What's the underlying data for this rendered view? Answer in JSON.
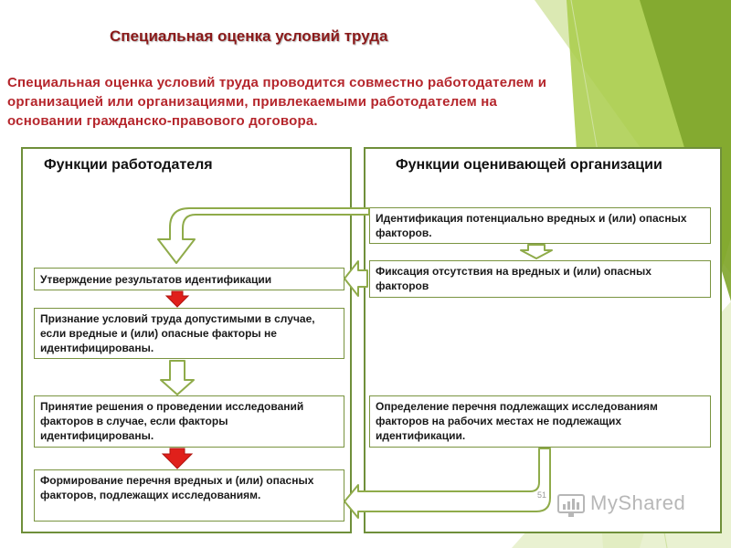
{
  "title": "Специальная оценка условий труда",
  "intro": "Специальная оценка условий труда проводится совместно работодателем и организацией или организациями, привлекаемыми работодателем на основании гражданско-правового договора.",
  "left_panel": {
    "heading": "Функции работодателя",
    "boxes": [
      "Утверждение результатов идентификации",
      "Признание условий труда допустимыми в случае, если вредные и (или) опасные факторы не идентифицированы.",
      "Принятие решения о проведении исследований факторов в случае, если факторы идентифицированы.",
      "Формирование перечня вредных и (или) опасных факторов, подлежащих исследованиям."
    ]
  },
  "right_panel": {
    "heading": "Функции оценивающей организации",
    "boxes": [
      "Идентификация потенциально вредных и (или) опасных факторов.",
      "Фиксация отсутствия на вредных и (или) опасных факторов",
      "Определение перечня подлежащих исследованиям факторов на рабочих местах не подлежащих идентификации."
    ]
  },
  "watermark": {
    "text": "MyShared",
    "icon": "myshared-logo-icon",
    "slide_number": "51"
  },
  "colors": {
    "title": "#8b1a1a",
    "intro": "#b5262c",
    "border": "#6f8f3a",
    "decor_green": "#9dc33b",
    "red_arrow": "#e0201b"
  }
}
